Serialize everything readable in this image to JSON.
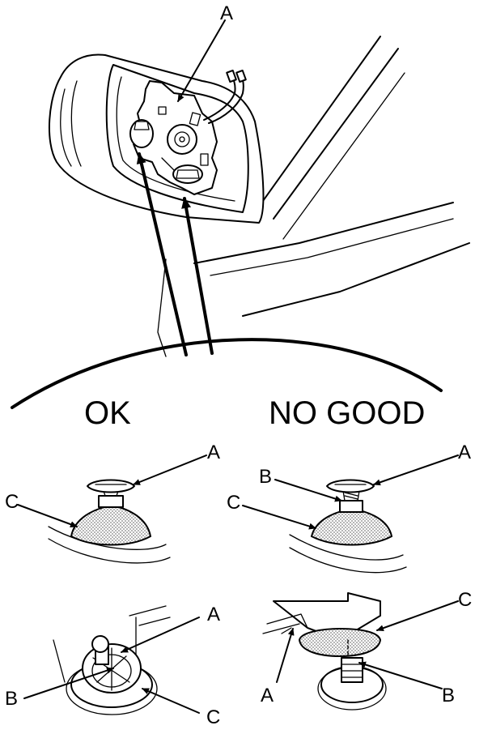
{
  "labels": {
    "top_a": "A",
    "heading_ok": "OK",
    "heading_no_good": "NO GOOD",
    "ok_side_a": "A",
    "ok_side_c": "C",
    "ng_side_a": "A",
    "ng_side_b": "B",
    "ng_side_c": "C",
    "ok_bottom_a": "A",
    "ok_bottom_b": "B",
    "ok_bottom_c": "C",
    "ng_bottom_a": "A",
    "ng_bottom_b": "B",
    "ng_bottom_c": "C"
  }
}
